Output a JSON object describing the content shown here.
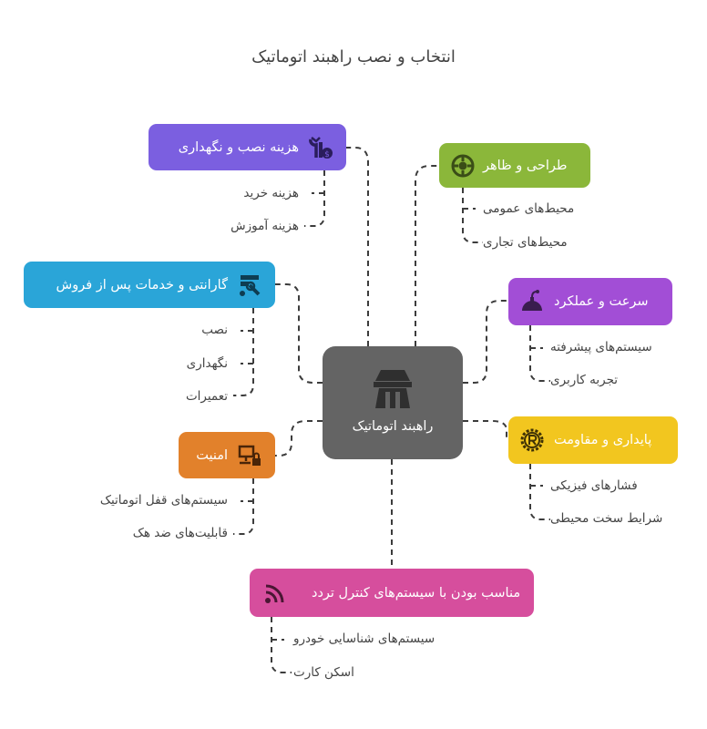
{
  "title": "انتخاب و نصب راهبند اتوماتیک",
  "center": {
    "label": "راهبند اتوماتیک",
    "icon": "barrier-gate-icon",
    "color": "#646464"
  },
  "branches": [
    {
      "id": "design",
      "label": "طراحی و ظاهر",
      "icon": "wheel-icon",
      "color": "#8bb73a",
      "leaves": [
        "محیط‌های عمومی",
        "محیط‌های تجاری"
      ]
    },
    {
      "id": "speed",
      "label": "سرعت و عملکرد",
      "icon": "bomb-icon",
      "color": "#a24ed6",
      "leaves": [
        "سیستم‌های پیشرفته",
        "تجربه کاربری"
      ]
    },
    {
      "id": "durability",
      "label": "پایداری و مقاومت",
      "icon": "rust-icon",
      "color": "#f2c61f",
      "leaves": [
        "فشارهای فیزیکی",
        "شرایط سخت محیطی"
      ]
    },
    {
      "id": "compat",
      "label": "مناسب بودن با سیستم‌های کنترل تردد",
      "icon": "signal-icon",
      "color": "#d64e9d",
      "leaves": [
        "سیستم‌های شناسایی خودرو",
        "اسکن کارت"
      ]
    },
    {
      "id": "security",
      "label": "امنیت",
      "icon": "network-lock-icon",
      "color": "#e2812b",
      "leaves": [
        "سیستم‌های قفل اتوماتیک",
        "قابلیت‌های ضد هک"
      ]
    },
    {
      "id": "warranty",
      "label": "گارانتی و خدمات پس از فروش",
      "icon": "repair-icon",
      "color": "#2aa5d8",
      "leaves": [
        "نصب",
        "نگهداری",
        "تعمیرات"
      ]
    },
    {
      "id": "cost",
      "label": "هزینه نصب و نگهداری",
      "icon": "tools-money-icon",
      "color": "#7b5fe0",
      "leaves": [
        "هزینه خرید",
        "هزینه آموزش"
      ]
    }
  ]
}
